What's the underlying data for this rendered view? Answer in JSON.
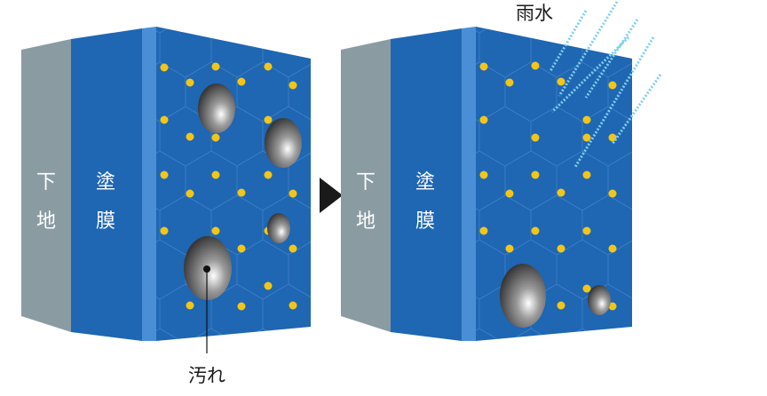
{
  "panels": [
    {
      "substrate_label": [
        "下",
        "地"
      ],
      "coating_label": [
        "塗",
        "膜"
      ]
    },
    {
      "substrate_label": [
        "下",
        "地"
      ],
      "coating_label": [
        "塗",
        "膜"
      ]
    }
  ],
  "labels": {
    "dirt": "汚れ",
    "rainwater": "雨水"
  },
  "colors": {
    "substrate": "#8a9ba2",
    "coating": "#1f66b3",
    "coating_face": "#2370bf",
    "edge_highlight": "#4a8fd6",
    "dots": "#f2c618",
    "lattice": "#5b96d6",
    "rain": "#7fd0ee",
    "arrow": "#1a1a1a"
  }
}
